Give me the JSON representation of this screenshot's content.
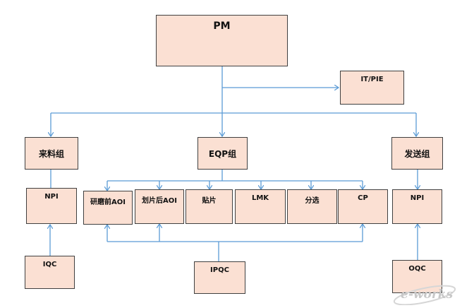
{
  "nodes": {
    "pm": "PM",
    "it_pie": "IT/PIE",
    "laoliao": "来料组",
    "eqp": "EQP组",
    "fasong": "发送组",
    "npi_left": "NPI",
    "yanmo_aoi": "研磨前AOI",
    "huapian_aoi": "划片后AOI",
    "tiepian": "贴片",
    "lmk": "LMK",
    "fenxuan": "分选",
    "cp": "CP",
    "npi_right": "NPI",
    "iqc": "IQC",
    "ipqc": "IPQC",
    "oqc": "OQC"
  },
  "watermark": "e-works",
  "colors": {
    "box_fill": "#fbe0d3",
    "box_border": "#404040",
    "connector": "#5b9bd5",
    "watermark": "#d6d6d6"
  }
}
